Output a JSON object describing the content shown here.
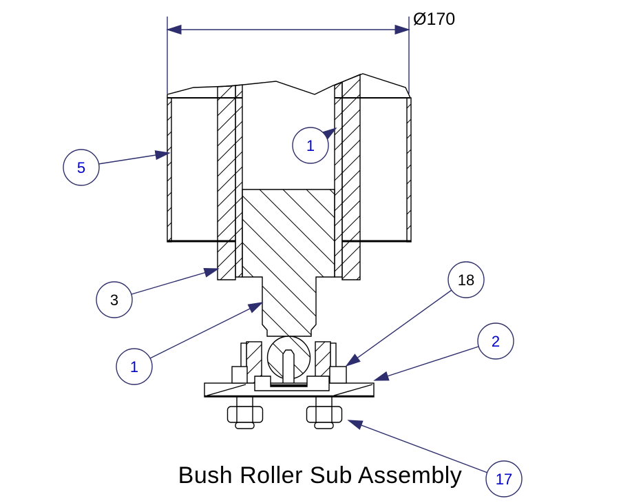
{
  "title": "Bush Roller Sub Assembly",
  "dimension": {
    "label": "Ø170"
  },
  "balloons": [
    {
      "id": "5",
      "label": "5",
      "color": "#0000cc"
    },
    {
      "id": "1-top",
      "label": "1",
      "color": "#0000cc"
    },
    {
      "id": "3",
      "label": "3",
      "color": "#000000"
    },
    {
      "id": "1-bottom",
      "label": "1",
      "color": "#0000cc"
    },
    {
      "id": "18",
      "label": "18",
      "color": "#000000"
    },
    {
      "id": "2",
      "label": "2",
      "color": "#0000cc"
    },
    {
      "id": "17",
      "label": "17",
      "color": "#0000cc"
    }
  ],
  "colors": {
    "drawing_line": "#000000",
    "annotation_navy": "#2e2e6e",
    "callout_blue": "#0000cc",
    "background": "#ffffff"
  }
}
